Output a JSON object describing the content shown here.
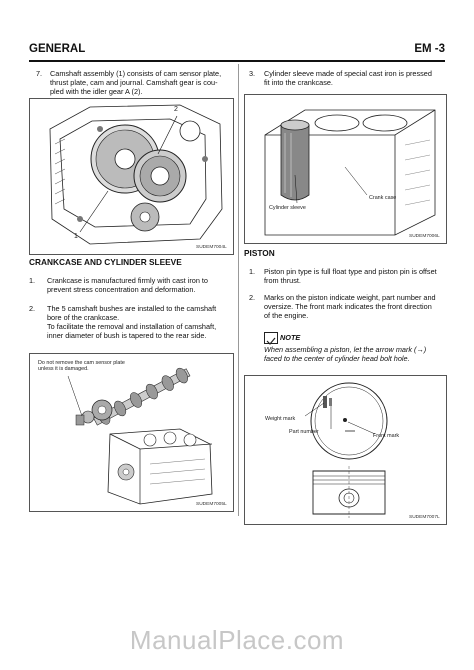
{
  "header": {
    "section": "GENERAL",
    "page": "EM -3"
  },
  "left": {
    "item7_num": "7.",
    "item7_text": [
      "Camshaft assembly (1) consists of cam sensor plate,",
      "thrust plate, cam and journal. Camshaft gear is cou-",
      "pled with the idler gear A (2)."
    ],
    "fig1": {
      "label1": "1",
      "label2": "2",
      "code": "SUDEM7004L"
    },
    "section2_title": "CRANKCASE AND CYLINDER SLEEVE",
    "item1_num": "1.",
    "item1_text": [
      "Crankcase is manufactured firmly with cast iron to",
      "prevent stress concentration and deformation."
    ],
    "item2_num": "2.",
    "item2_text": [
      "The 5 camshaft bushes are installed to the camshaft",
      "bore of the crankcase.",
      "To facilitate the removal and installation of camshaft,",
      "inner diameter of bush is tapered to the rear side."
    ],
    "fig2": {
      "note_line1": "Do not remove the cam sensor plate",
      "note_line2": "unless it is damaged.",
      "code": "SUDEM7005L"
    }
  },
  "right": {
    "item3_num": "3.",
    "item3_text": [
      "Cylinder sleeve made of special cast iron is pressed",
      "fit into the crankcase."
    ],
    "fig3": {
      "crank_case": "Crank case",
      "cylinder_sleeve": "Cylinder sleeve",
      "code": "SUDEM7006L"
    },
    "piston_title": "PISTON",
    "item1_num": "1.",
    "item1_text": [
      "Piston pin type is full float type and piston pin is offset",
      "from thrust."
    ],
    "item2_num": "2.",
    "item2_text": [
      "Marks on the piston indicate weight, part number and",
      "oversize. The front mark indicates the front direction",
      "of the engine."
    ],
    "note_title": "NOTE",
    "note_text": [
      "When assembling a piston, let the arrow mark (→)",
      "faced to the center of cylinder head bolt hole."
    ],
    "fig4": {
      "weight_mark": "Weight mark",
      "part_number": "Part number",
      "front_mark": "Front mark",
      "code": "SUDEM7007L"
    }
  },
  "footer": {
    "brand": "ManualPlace.com"
  }
}
